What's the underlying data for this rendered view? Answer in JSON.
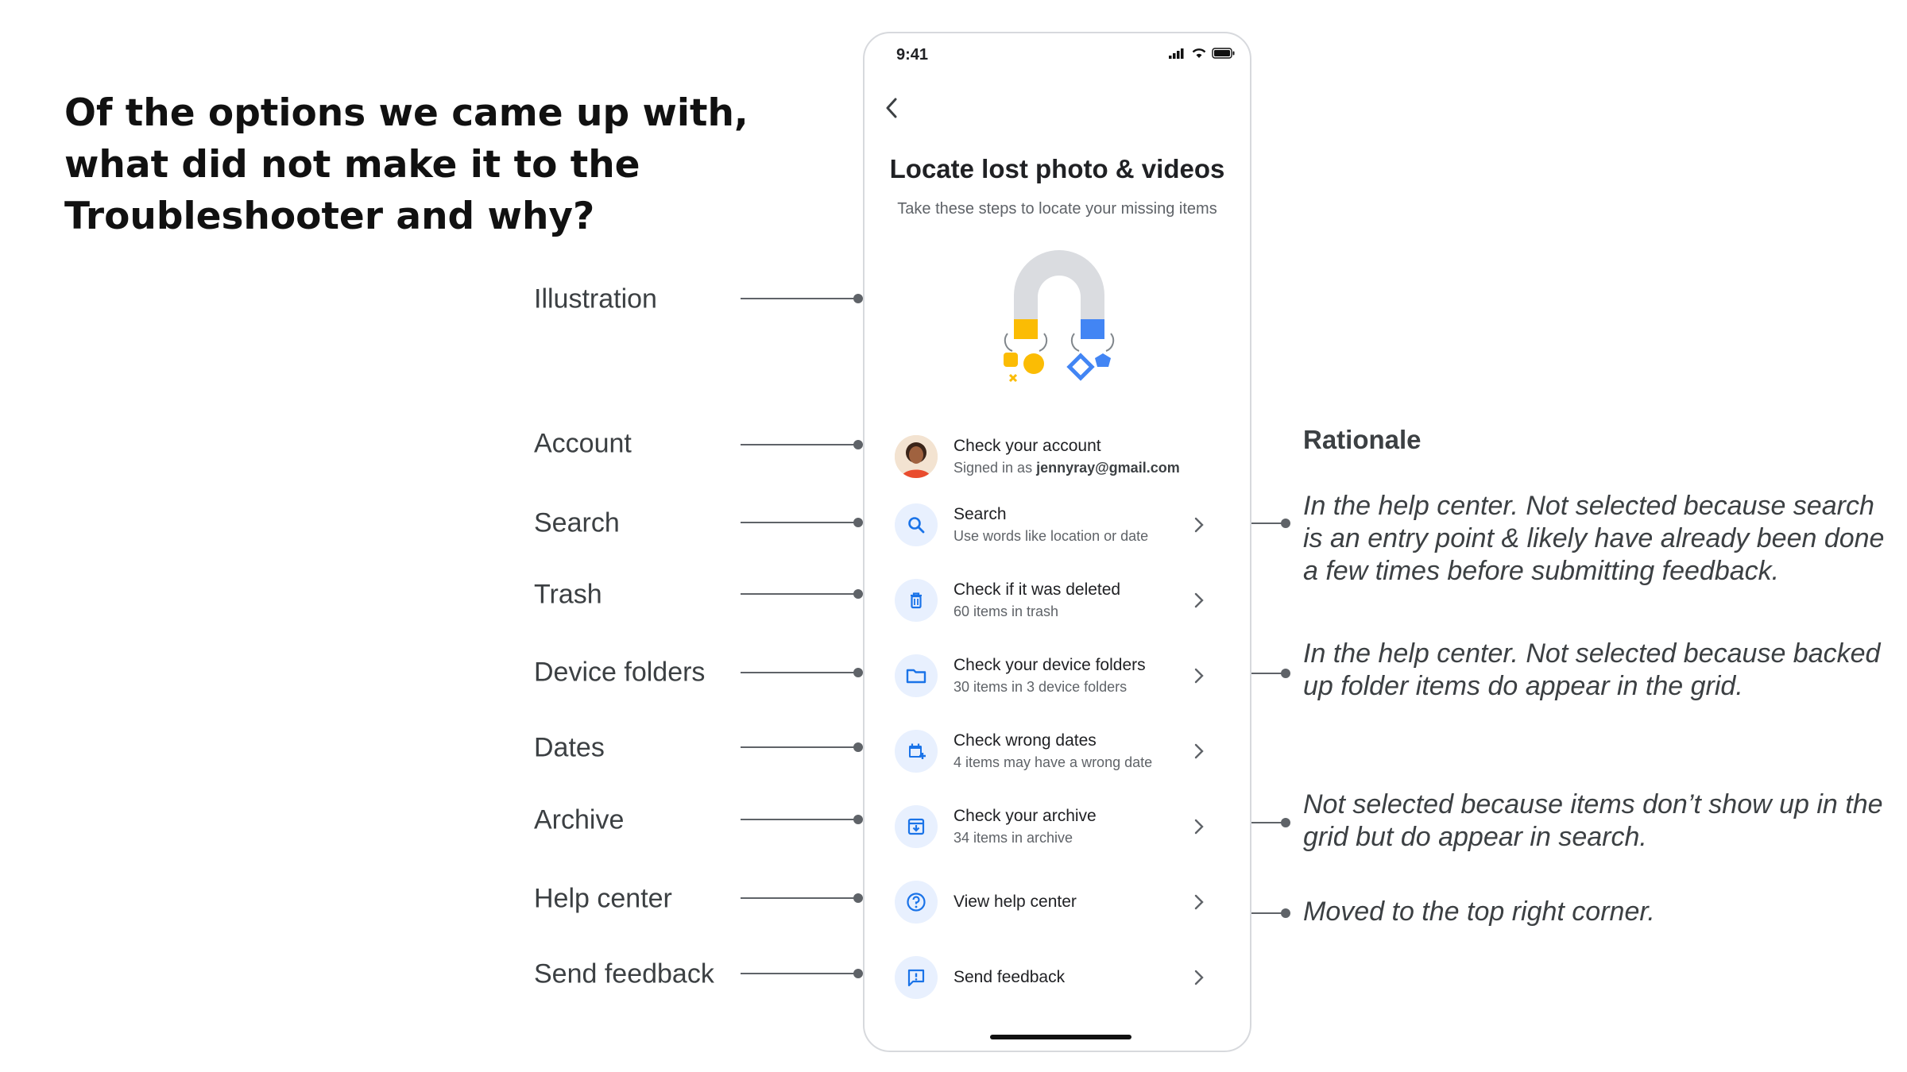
{
  "slide": {
    "title_lines": [
      "Of the options we came up with,",
      "what did not make it to the",
      "Troubleshooter and why?"
    ]
  },
  "callouts": [
    {
      "label": "Illustration"
    },
    {
      "label": "Account"
    },
    {
      "label": "Search"
    },
    {
      "label": "Trash"
    },
    {
      "label": "Device folders"
    },
    {
      "label": "Dates"
    },
    {
      "label": "Archive"
    },
    {
      "label": "Help center"
    },
    {
      "label": "Send feedback"
    }
  ],
  "phone": {
    "status_time": "9:41",
    "title": "Locate lost photo & videos",
    "subtitle": "Take these steps to locate your missing items",
    "account": {
      "title": "Check your account",
      "sub_prefix": "Signed in as",
      "email": "jennyray@gmail.com"
    },
    "items": [
      {
        "title": "Search",
        "sub": "Use words like location or date",
        "icon": "search-icon"
      },
      {
        "title": "Check if it was deleted",
        "sub": "60 items in trash",
        "icon": "trash-icon"
      },
      {
        "title": "Check your device folders",
        "sub": "30 items in 3 device folders",
        "icon": "folder-icon"
      },
      {
        "title": "Check wrong dates",
        "sub": "4 items may have a wrong date",
        "icon": "calendar-icon"
      },
      {
        "title": "Check your archive",
        "sub": "34 items in archive",
        "icon": "archive-icon"
      },
      {
        "title": "View help center",
        "sub": "",
        "icon": "help-icon"
      },
      {
        "title": "Send feedback",
        "sub": "",
        "icon": "feedback-icon"
      }
    ]
  },
  "rationale": {
    "heading": "Rationale",
    "notes": [
      "In the help center. Not selected because search is an entry point & likely have already been done a few times before submitting feedback.",
      "In the help center. Not selected because backed up folder items do appear in the grid.",
      "Not selected because items don’t show up in the grid but do appear in search.",
      "Moved to the top right corner."
    ]
  },
  "colors": {
    "accent_blue": "#1a73e8",
    "icon_bg": "#e8f0fe",
    "magnet_yellow": "#fbbc04",
    "magnet_blue": "#4285f4",
    "connector": "#5f6368"
  }
}
